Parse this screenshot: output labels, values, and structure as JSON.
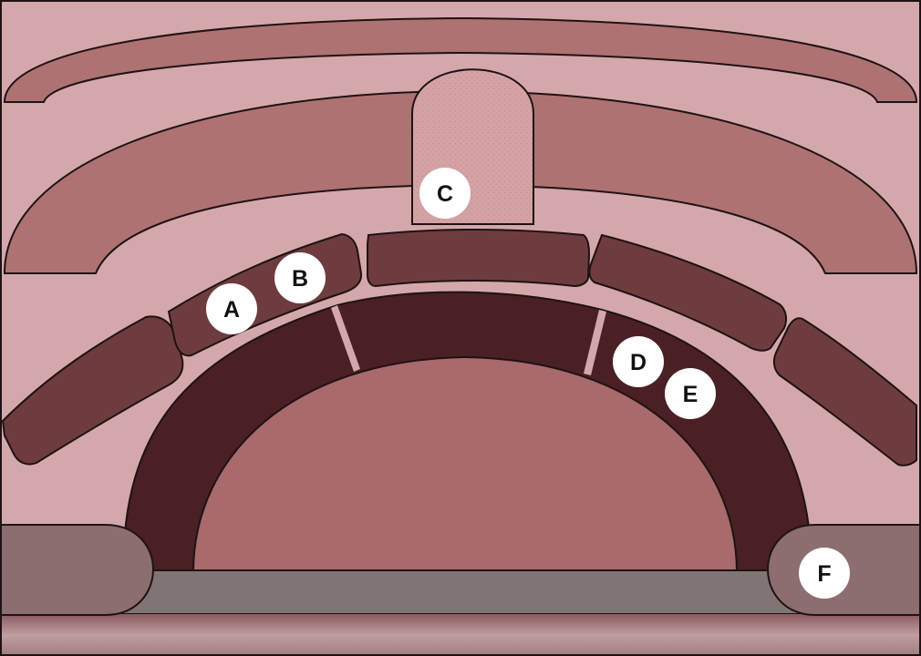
{
  "diagram": {
    "colors": {
      "background": "#d4a8ab",
      "outer_arch": "#ae7272",
      "upper_stone": "#6e3c3f",
      "inner_arch": "#4a2024",
      "interior": "#a86a6c",
      "top_block": "#d4a2a4",
      "floor": "#807574",
      "pad": "#8c6e70",
      "base": "#a68486",
      "outline": "#1f1214",
      "label_fill": "#ffffff"
    },
    "labels": [
      {
        "id": "A",
        "text": "A"
      },
      {
        "id": "B",
        "text": "B"
      },
      {
        "id": "C",
        "text": "C"
      },
      {
        "id": "D",
        "text": "D"
      },
      {
        "id": "E",
        "text": "E"
      },
      {
        "id": "F",
        "text": "F"
      }
    ]
  }
}
